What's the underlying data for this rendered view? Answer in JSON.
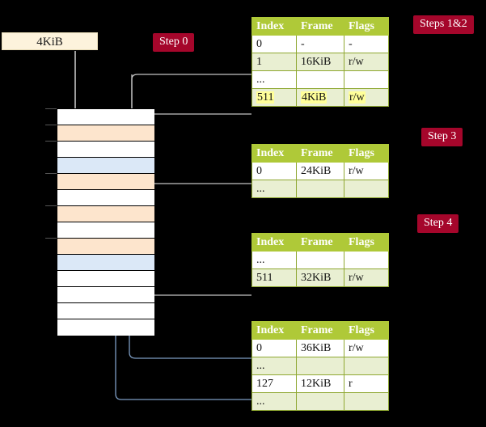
{
  "diagram": {
    "title_absent": true,
    "background_color": "#000000",
    "accent_badge_color": "#a5062b",
    "table_header_color": "#afc938",
    "table_alt_row_color": "#e9efd2",
    "highlight_color": "#ffff99",
    "memory_orange": "#fde5cd",
    "memory_blue": "#dbe8f7",
    "value_box_color": "#fdf3dc",
    "gray_arrow_color": "#bdbdbd",
    "blue_arrow_color": "#5b7fae"
  },
  "badges": [
    {
      "name": "step-0",
      "label": "Step 0"
    },
    {
      "name": "steps-1-2",
      "label": "Steps 1&2"
    },
    {
      "name": "step-3",
      "label": "Step 3"
    },
    {
      "name": "step-4",
      "label": "Step 4"
    }
  ],
  "value_box": {
    "label": "4KiB"
  },
  "columns": [
    "Index",
    "Frame",
    "Flags"
  ],
  "tables": [
    {
      "name": "page-table-level-0",
      "columns": [
        "Index",
        "Frame",
        "Flags"
      ],
      "rows": [
        {
          "index": "0",
          "frame": "-",
          "flags": "-",
          "alt": false,
          "highlight": false
        },
        {
          "index": "1",
          "frame": "16KiB",
          "flags": "r/w",
          "alt": true,
          "highlight": false
        },
        {
          "index": "...",
          "frame": "",
          "flags": "",
          "alt": false,
          "highlight": false
        },
        {
          "index": "511",
          "frame": "4KiB",
          "flags": "r/w",
          "alt": true,
          "highlight": true
        }
      ]
    },
    {
      "name": "page-table-level-1",
      "columns": [
        "Index",
        "Frame",
        "Flags"
      ],
      "rows": [
        {
          "index": "0",
          "frame": "24KiB",
          "flags": "r/w",
          "alt": false,
          "highlight": false
        },
        {
          "index": "...",
          "frame": "",
          "flags": "",
          "alt": true,
          "highlight": false
        }
      ]
    },
    {
      "name": "page-table-level-2",
      "columns": [
        "Index",
        "Frame",
        "Flags"
      ],
      "rows": [
        {
          "index": "...",
          "frame": "",
          "flags": "",
          "alt": false,
          "highlight": false
        },
        {
          "index": "511",
          "frame": "32KiB",
          "flags": "r/w",
          "alt": true,
          "highlight": false
        }
      ]
    },
    {
      "name": "page-table-level-3",
      "columns": [
        "Index",
        "Frame",
        "Flags"
      ],
      "rows": [
        {
          "index": "0",
          "frame": "36KiB",
          "flags": "r/w",
          "alt": false,
          "highlight": false
        },
        {
          "index": "...",
          "frame": "",
          "flags": "",
          "alt": true,
          "highlight": false
        },
        {
          "index": "127",
          "frame": "12KiB",
          "flags": "r",
          "alt": false,
          "highlight": false
        },
        {
          "index": "...",
          "frame": "",
          "flags": "",
          "alt": true,
          "highlight": false
        }
      ]
    }
  ],
  "memory_column": {
    "name": "physical-memory-column",
    "cells": [
      {
        "fill": "white",
        "tick": true
      },
      {
        "fill": "orange",
        "tick": true
      },
      {
        "fill": "white",
        "tick": true
      },
      {
        "fill": "blue",
        "tick": false
      },
      {
        "fill": "orange",
        "tick": true
      },
      {
        "fill": "white",
        "tick": false
      },
      {
        "fill": "orange",
        "tick": true
      },
      {
        "fill": "white",
        "tick": false
      },
      {
        "fill": "orange",
        "tick": true
      },
      {
        "fill": "blue",
        "tick": false
      },
      {
        "fill": "white",
        "tick": false
      },
      {
        "fill": "white",
        "tick": false
      },
      {
        "fill": "white",
        "tick": false
      },
      {
        "fill": "white",
        "tick": false
      }
    ]
  }
}
